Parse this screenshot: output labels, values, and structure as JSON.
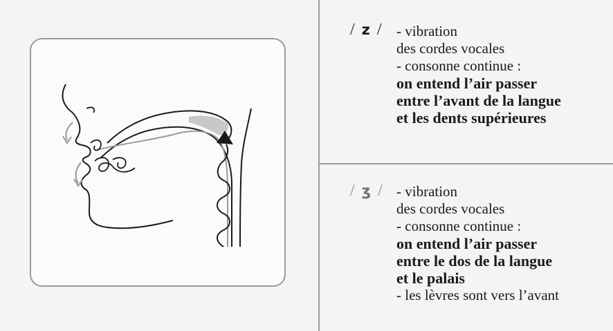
{
  "sections": [
    {
      "phoneme_open": "/",
      "phoneme_symbol": "z",
      "phoneme_close": "/",
      "lines": [
        "- vibration",
        "des cordes vocales",
        "- consonne continue :"
      ],
      "bold_lines": [
        "on entend l’air passer",
        "entre l’avant de la langue",
        "et les dents supérieures"
      ],
      "extra_line": ""
    },
    {
      "phoneme_open": "/",
      "phoneme_symbol": "ʒ",
      "phoneme_close": "/",
      "lines": [
        "- vibration",
        "des cordes vocales",
        "- consonne continue :"
      ],
      "bold_lines": [
        "on entend l’air passer",
        "entre le dos de la langue",
        "et le palais"
      ],
      "extra_line": "- les lèvres sont vers l’avant"
    }
  ],
  "colors": {
    "background": "#f4f4f4",
    "panel_border": "#9a9a9a",
    "ink": "#1a1a1a",
    "muted_ink": "#8c8c8c",
    "airflow_arrow": "#999999",
    "voicing_shading": "#c8c8c8"
  },
  "icons": {
    "diagram": "vocal-tract-side-view",
    "arrow": "airflow-arrow"
  }
}
